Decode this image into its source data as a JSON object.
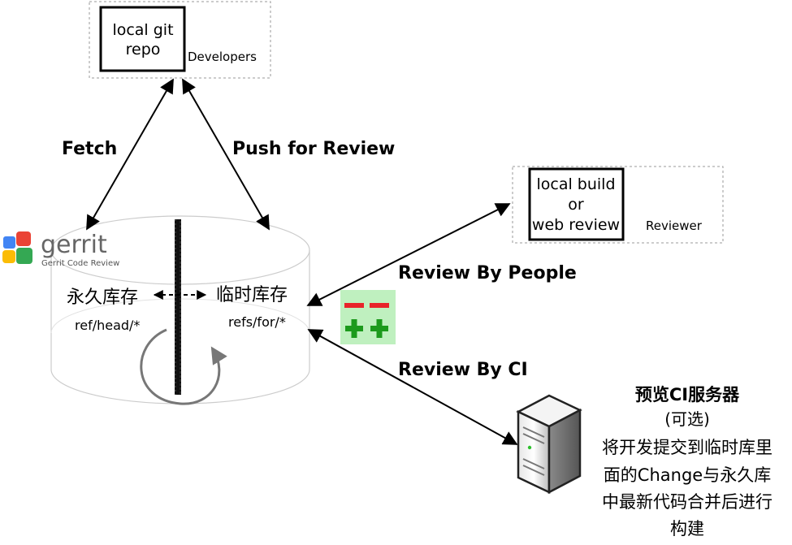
{
  "developers": {
    "box_line1": "local git",
    "box_line2": "repo",
    "role": "Developers"
  },
  "reviewer": {
    "box_line1": "local build",
    "box_line2": "or",
    "box_line3": "web review",
    "role": "Reviewer"
  },
  "labels": {
    "fetch": "Fetch",
    "push": "Push for Review",
    "review_people": "Review By People",
    "review_ci": "Review By CI"
  },
  "gerrit": {
    "logo_text": "gerrit",
    "subtitle": "Gerrit Code Review"
  },
  "repo": {
    "permanent": "永久库存",
    "permanent_ref": "ref/head/*",
    "temporary": "临时库存",
    "temporary_ref": "refs/for/*"
  },
  "ci": {
    "title": "预览CI服务器",
    "optional": "(可选)",
    "desc_line1": "将开发提交到临时库里",
    "desc_line2": "面的Change与永久库",
    "desc_line3": "中最新代码合并后进行",
    "desc_line4": "构建"
  },
  "colors": {
    "review_red": "#e8232a",
    "review_green": "#1c9a1c",
    "review_bg": "#bff0bf"
  }
}
